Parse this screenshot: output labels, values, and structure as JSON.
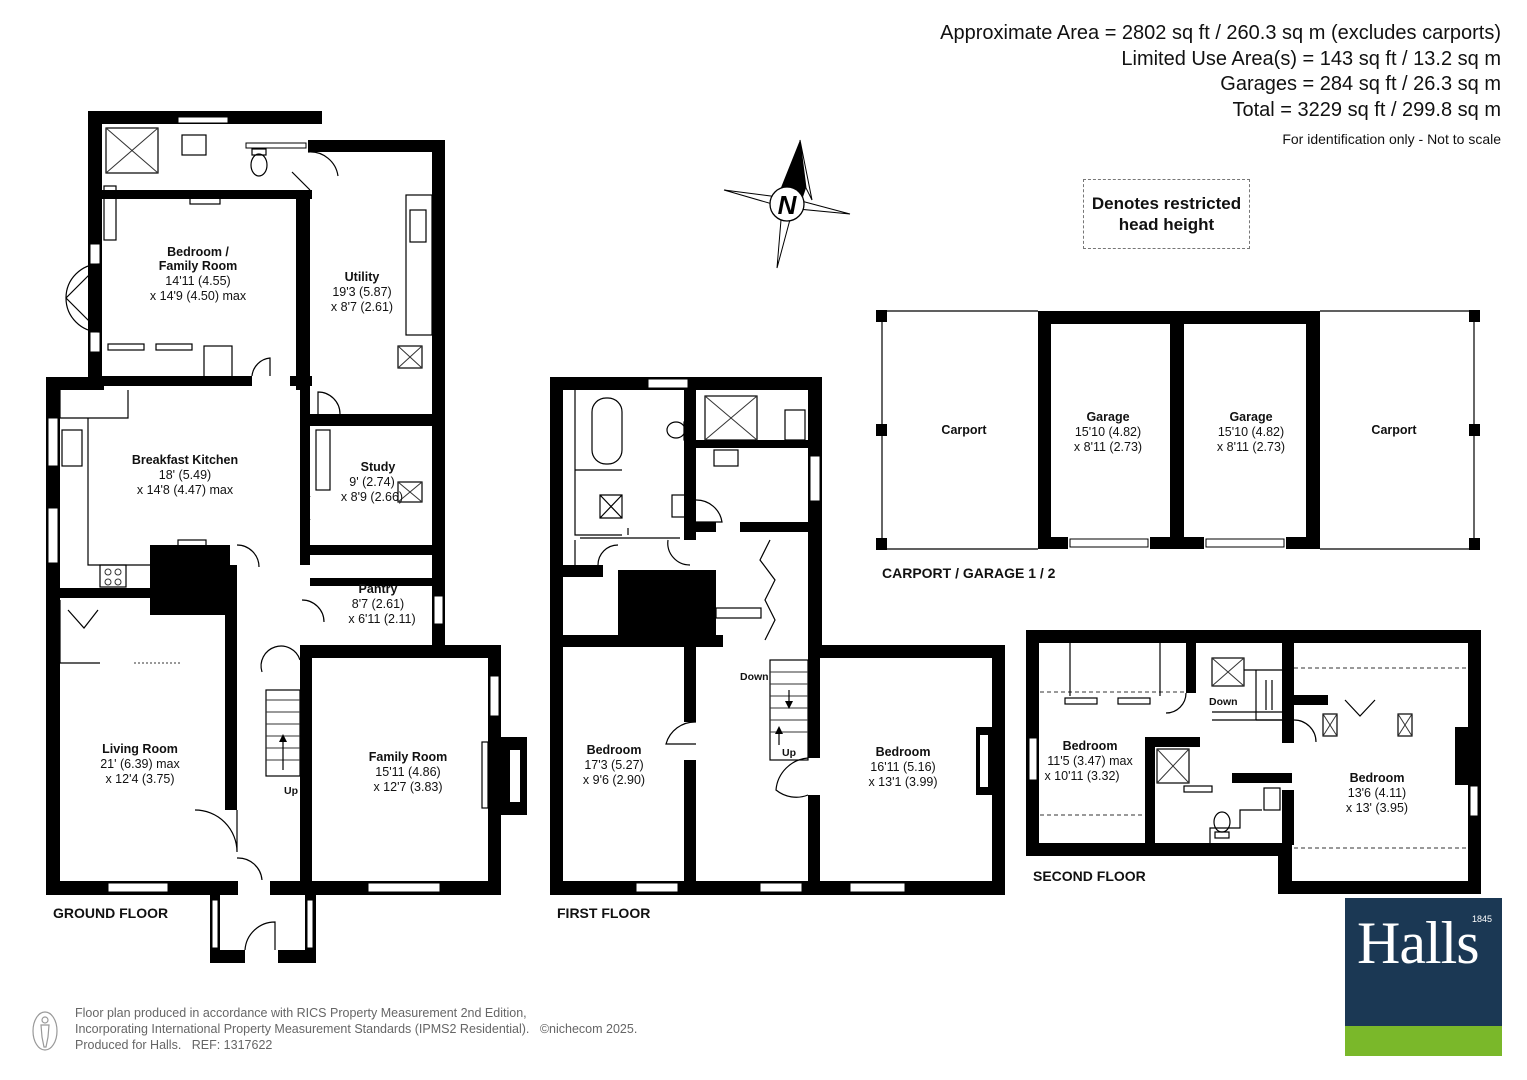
{
  "areas": {
    "line1": "Approximate Area = 2802 sq ft / 260.3 sq m (excludes carports)",
    "line2": "Limited Use Area(s) = 143 sq ft / 13.2 sq m",
    "line3": "Garages = 284 sq ft / 26.3 sq m",
    "line4": "Total = 3229 sq ft / 299.8 sq m",
    "note": "For identification only - Not to scale"
  },
  "compass": {
    "label": "N"
  },
  "legend": {
    "line1": "Denotes restricted",
    "line2": "head height"
  },
  "floors": {
    "ground": "GROUND FLOOR",
    "first": "FIRST FLOOR",
    "second": "SECOND FLOOR",
    "carport": "CARPORT / GARAGE 1 / 2"
  },
  "rooms": {
    "bedroom_family": {
      "name1": "Bedroom /",
      "name2": "Family Room",
      "dim1": "14'11 (4.55)",
      "dim2": "x 14'9 (4.50) max"
    },
    "utility": {
      "name": "Utility",
      "dim1": "19'3 (5.87)",
      "dim2": "x 8'7 (2.61)"
    },
    "breakfast": {
      "name": "Breakfast Kitchen",
      "dim1": "18' (5.49)",
      "dim2": "x 14'8 (4.47) max"
    },
    "study": {
      "name": "Study",
      "dim1": "9' (2.74)",
      "dim2": "x 8'9 (2.66)"
    },
    "pantry": {
      "name": "Pantry",
      "dim1": "8'7 (2.61)",
      "dim2": "x 6'11 (2.11)"
    },
    "living": {
      "name": "Living Room",
      "dim1": "21' (6.39) max",
      "dim2": "x 12'4 (3.75)"
    },
    "family": {
      "name": "Family Room",
      "dim1": "15'11 (4.86)",
      "dim2": "x 12'7 (3.83)"
    },
    "ff_bed1": {
      "name": "Bedroom",
      "dim1": "17'3 (5.27)",
      "dim2": "x 9'6 (2.90)"
    },
    "ff_bed2": {
      "name": "Bedroom",
      "dim1": "16'11 (5.16)",
      "dim2": "x 13'1 (3.99)"
    },
    "garage1": {
      "name": "Garage",
      "dim1": "15'10 (4.82)",
      "dim2": "x 8'11 (2.73)"
    },
    "garage2": {
      "name": "Garage",
      "dim1": "15'10 (4.82)",
      "dim2": "x 8'11 (2.73)"
    },
    "carport1": {
      "name": "Carport"
    },
    "carport2": {
      "name": "Carport"
    },
    "sf_bed1": {
      "name": "Bedroom",
      "dim1": "11'5 (3.47) max",
      "dim2": "x 10'11 (3.32)"
    },
    "sf_bed2": {
      "name": "Bedroom",
      "dim1": "13'6 (4.11)",
      "dim2": "x 13' (3.95)"
    }
  },
  "stairs": {
    "up": "Up",
    "down": "Down"
  },
  "footer": {
    "line1": "Floor plan produced in accordance with RICS Property Measurement 2nd Edition,",
    "line2": "Incorporating International Property Measurement Standards (IPMS2 Residential).",
    "copyright": "©nichecom 2025.",
    "line3": "Produced for Halls.",
    "ref": "REF: 1317622"
  },
  "brand": {
    "name": "Halls",
    "year": "1845",
    "navy": "#1b3854",
    "green": "#7ab82a"
  }
}
